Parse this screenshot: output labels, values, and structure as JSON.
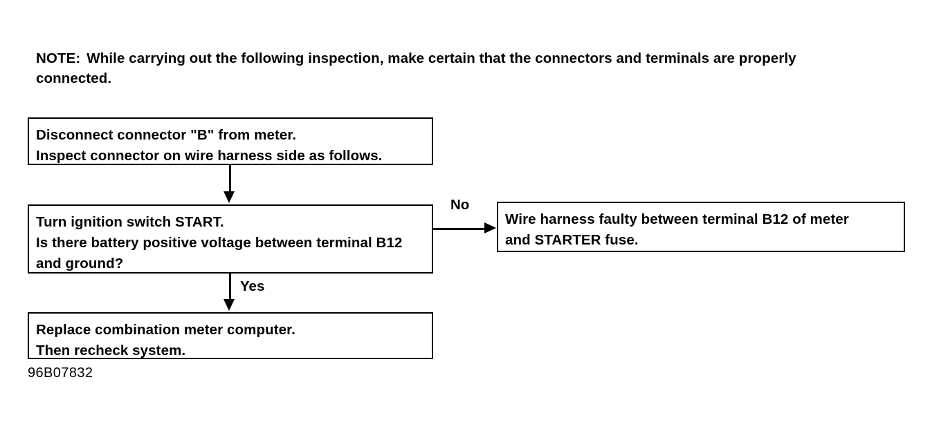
{
  "note": {
    "label": "NOTE:",
    "text": "While carrying out the following inspection, make certain that the connectors and terminals are properly connected."
  },
  "flowchart": {
    "boxes": [
      {
        "id": "disconnect",
        "lines": [
          "Disconnect connector \"B\" from meter.",
          "Inspect connector on wire harness side as follows."
        ]
      },
      {
        "id": "decision",
        "lines": [
          "Turn ignition switch START.",
          "Is there battery positive voltage between terminal B12",
          "and ground?"
        ]
      },
      {
        "id": "harness-fault",
        "lines": [
          "Wire harness faulty between terminal B12 of meter",
          "and STARTER fuse."
        ]
      },
      {
        "id": "replace",
        "lines": [
          "Replace combination meter computer.",
          "Then recheck system."
        ]
      }
    ],
    "branch_labels": {
      "no": "No",
      "yes": "Yes"
    }
  },
  "figure_code": "96B07832",
  "colors": {
    "ink": "#000000",
    "background": "#ffffff"
  }
}
